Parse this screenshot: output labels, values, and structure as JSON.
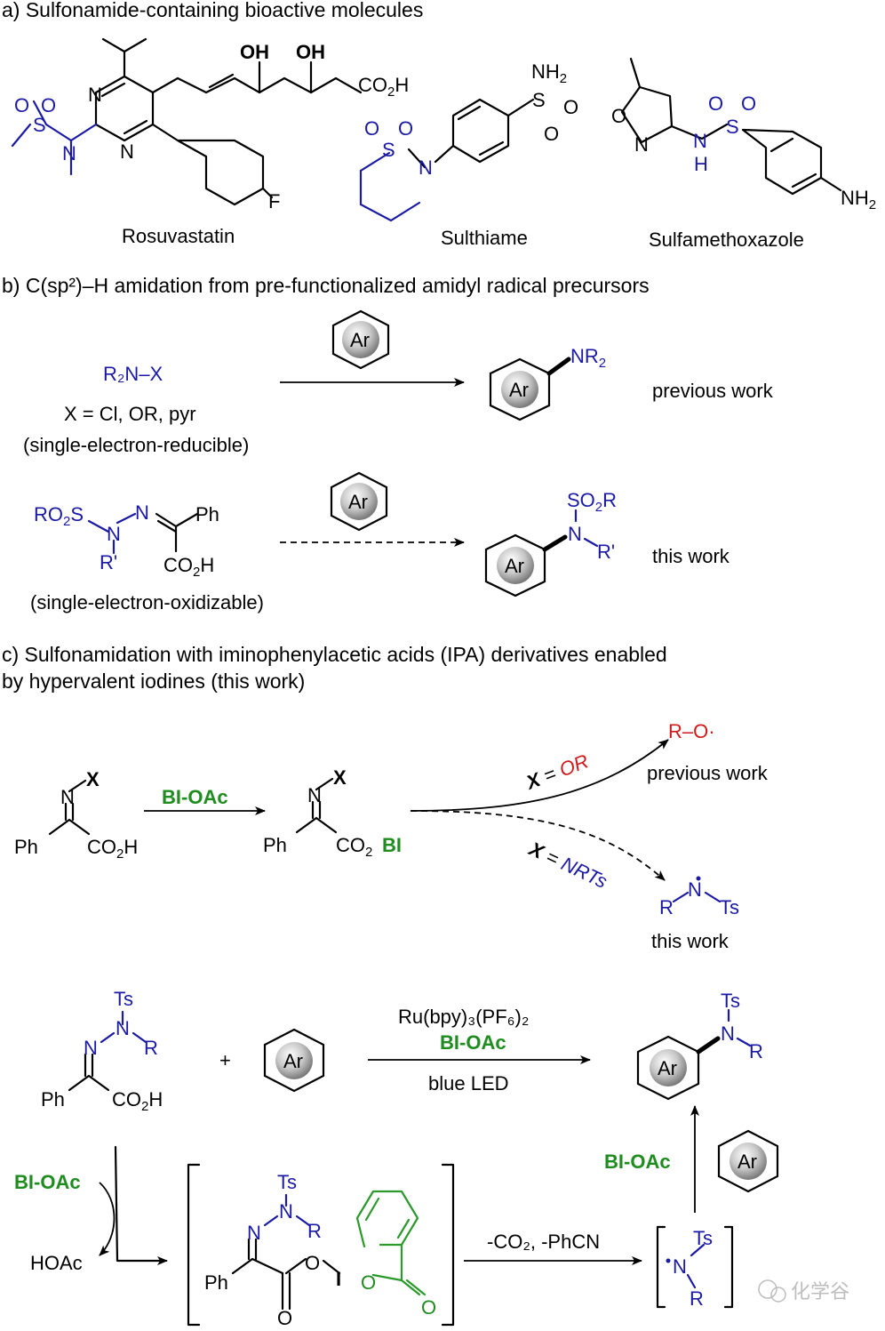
{
  "panel_a": {
    "header": "a) Sulfonamide-containing bioactive molecules",
    "molecules": [
      "Rosuvastatin",
      "Sulthiame",
      "Sulfamethoxazole"
    ]
  },
  "panel_b": {
    "header": "b) C(sp²)–H amidation from pre-functionalized amidyl radical precursors",
    "reagent_top": "R₂N–X",
    "x_def": "X = Cl, OR, pyr",
    "note_top": "(single-electron-reducible)",
    "label_previous": "previous work",
    "note_bottom": "(single-electron-oxidizable)",
    "label_this": "this work",
    "ar": "Ar"
  },
  "panel_c": {
    "header_line1": "c) Sulfonamidation with iminophenylacetic acids (IPA) derivatives enabled",
    "header_line2": "by hypervalent iodines (this work)",
    "bi_oac": "BI-OAc",
    "x_eq_or": "X = OR",
    "x_eq_nrts": "X = NRTs",
    "ro_radical": "R–O·",
    "previous_work": "previous work",
    "this_work": "this work",
    "catalyst": "Ru(bpy)₃(PF₆)₂",
    "light": "blue LED",
    "plus": "+",
    "byproducts": "-CO₂, -PhCN",
    "hoac": "HOAc",
    "watermark": "化学谷"
  }
}
